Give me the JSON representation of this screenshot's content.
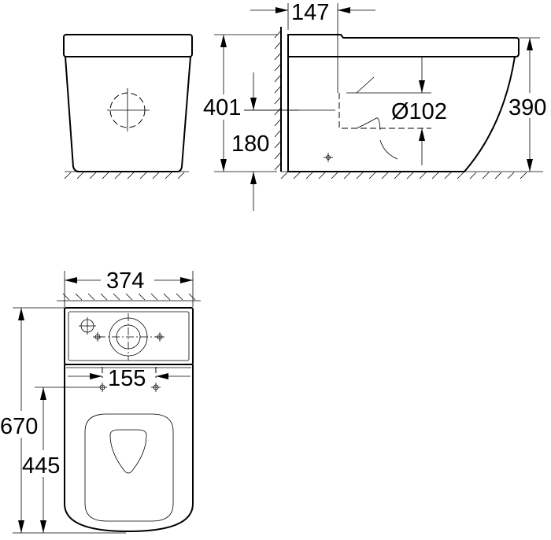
{
  "drawing": {
    "title": "Toilet technical dimension drawing",
    "views": [
      "front-view",
      "side-view",
      "top-view"
    ],
    "line_color": "#000000",
    "background": "#ffffff"
  },
  "dimensions": {
    "side_wall_to_outlet": "147",
    "total_height": "401",
    "outlet_height": "180",
    "outlet_diameter": "Ø102",
    "bowl_height": "390",
    "width": "374",
    "fixing_hole_spacing": "155",
    "total_depth": "670",
    "fixing_to_front": "445"
  }
}
